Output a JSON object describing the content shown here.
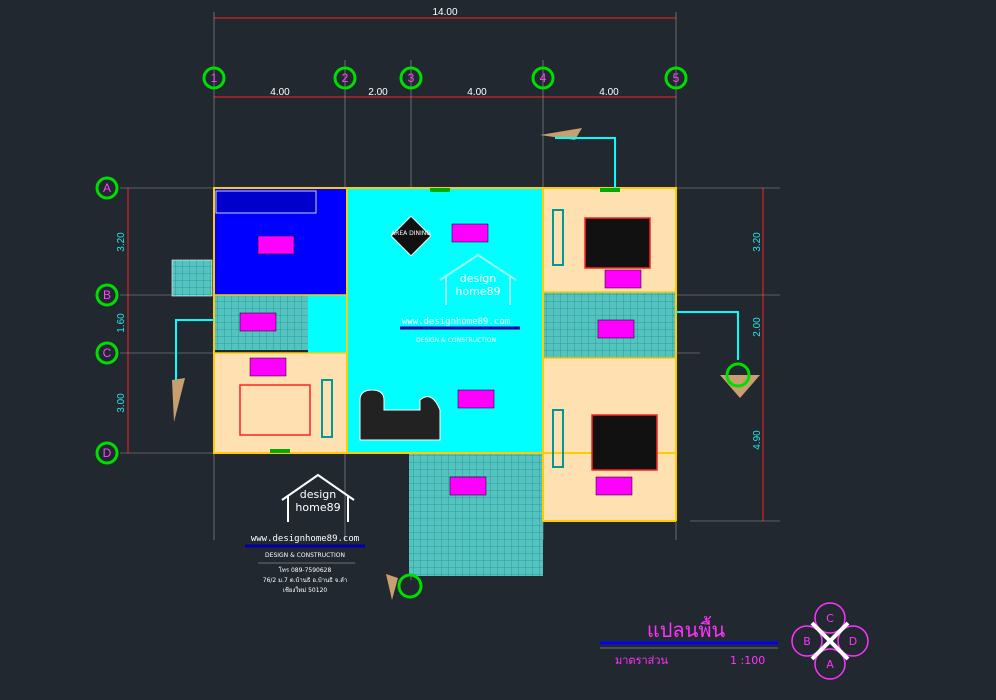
{
  "dimensions": {
    "overall": "14.00",
    "top_segments": [
      "4.00",
      "2.00",
      "4.00",
      "4.00"
    ],
    "left_segments": [
      "3.20",
      "1.60",
      "3.00"
    ],
    "right_segments": [
      "3.20",
      "2.00",
      "4.90"
    ]
  },
  "grid": {
    "columns": [
      "1",
      "2",
      "3",
      "4",
      "5"
    ],
    "rows": [
      "A",
      "B",
      "C",
      "D"
    ]
  },
  "rooms": {
    "dining_table": "AREA DINING"
  },
  "branding_center": {
    "logo_line1": "design",
    "logo_line2": "home89",
    "website": "www.designhome89.com",
    "tagline": "DESIGN & CONSTRUCTION"
  },
  "branding_bottom": {
    "logo_line1": "design",
    "logo_line2": "home89",
    "website": "www.designhome89.com",
    "tagline": "DESIGN & CONSTRUCTION",
    "phone": "โทร 089-7590628",
    "address1": "76/2 ม.7 ต.บ้านธิ อ.บ้านธิ จ.ลำ",
    "address2": "เชียงใหม่ 50120"
  },
  "title_block": {
    "title": "แปลนพื้น",
    "scale_label": "มาตราส่วน",
    "scale_value": "1 :100"
  },
  "compass": {
    "north": "C",
    "west": "B",
    "east": "D",
    "south": "A"
  },
  "colors": {
    "background": "#212830",
    "living": "#00ffff",
    "kitchen": "#0000ff",
    "bedroom": "#ffe0b0",
    "bath_tile": "#4fc6c6",
    "grid_marker": "#00dd00",
    "label_magenta": "#ff00ff",
    "dim_line": "#ff0000"
  }
}
